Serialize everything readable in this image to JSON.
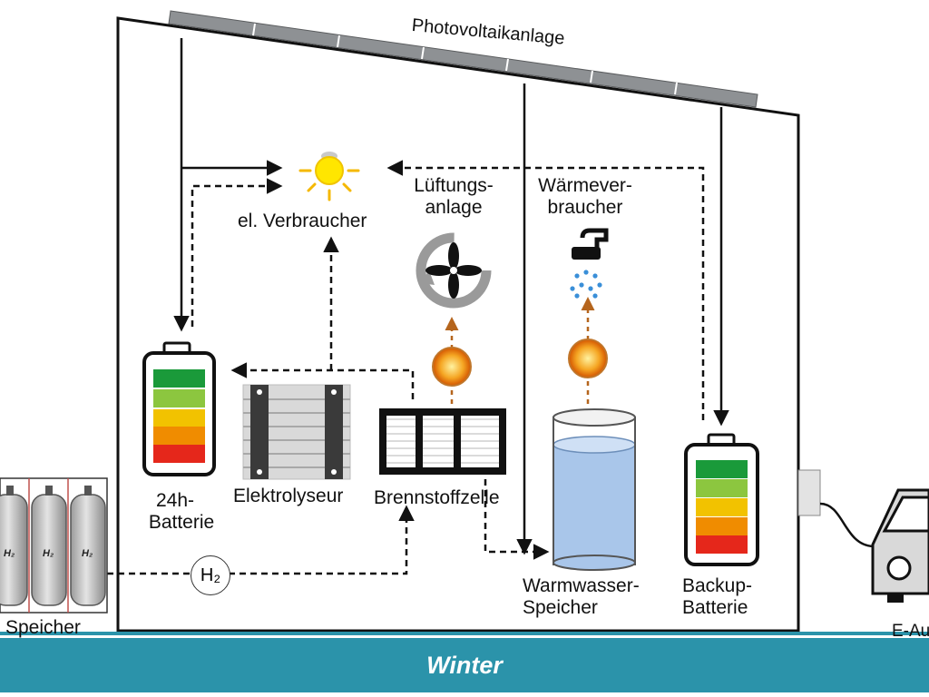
{
  "pv": {
    "label": "Photovoltaikanlage"
  },
  "consumer": {
    "label": "el. Verbraucher"
  },
  "ventilation": {
    "line1": "Lüftungs-",
    "line2": "anlage"
  },
  "heat_consumer": {
    "line1": "Wärmever-",
    "line2": "braucher"
  },
  "battery_24h": {
    "line1": "24h-",
    "line2": "Batterie"
  },
  "electrolyser": {
    "label": "Elektrolyseur"
  },
  "fuel_cell": {
    "label": "Brennstoffzelle"
  },
  "warm_water": {
    "line1": "Warmwasser-",
    "line2": "Speicher"
  },
  "backup_battery": {
    "line1": "Backup-",
    "line2": "Batterie"
  },
  "h2_storage": {
    "label": "Speicher",
    "tank_label": "H₂"
  },
  "h2_flow": {
    "label": "H₂"
  },
  "e_car": {
    "label": "E-Au"
  },
  "season": {
    "label": "Winter"
  },
  "colors": {
    "banner": "#2b93aa",
    "battery_levels": [
      "#1a9a3a",
      "#8cc63f",
      "#f2c200",
      "#f08c00",
      "#e5271b"
    ],
    "heat_arrow": "#c0762a",
    "water": "#a9c6ea"
  }
}
